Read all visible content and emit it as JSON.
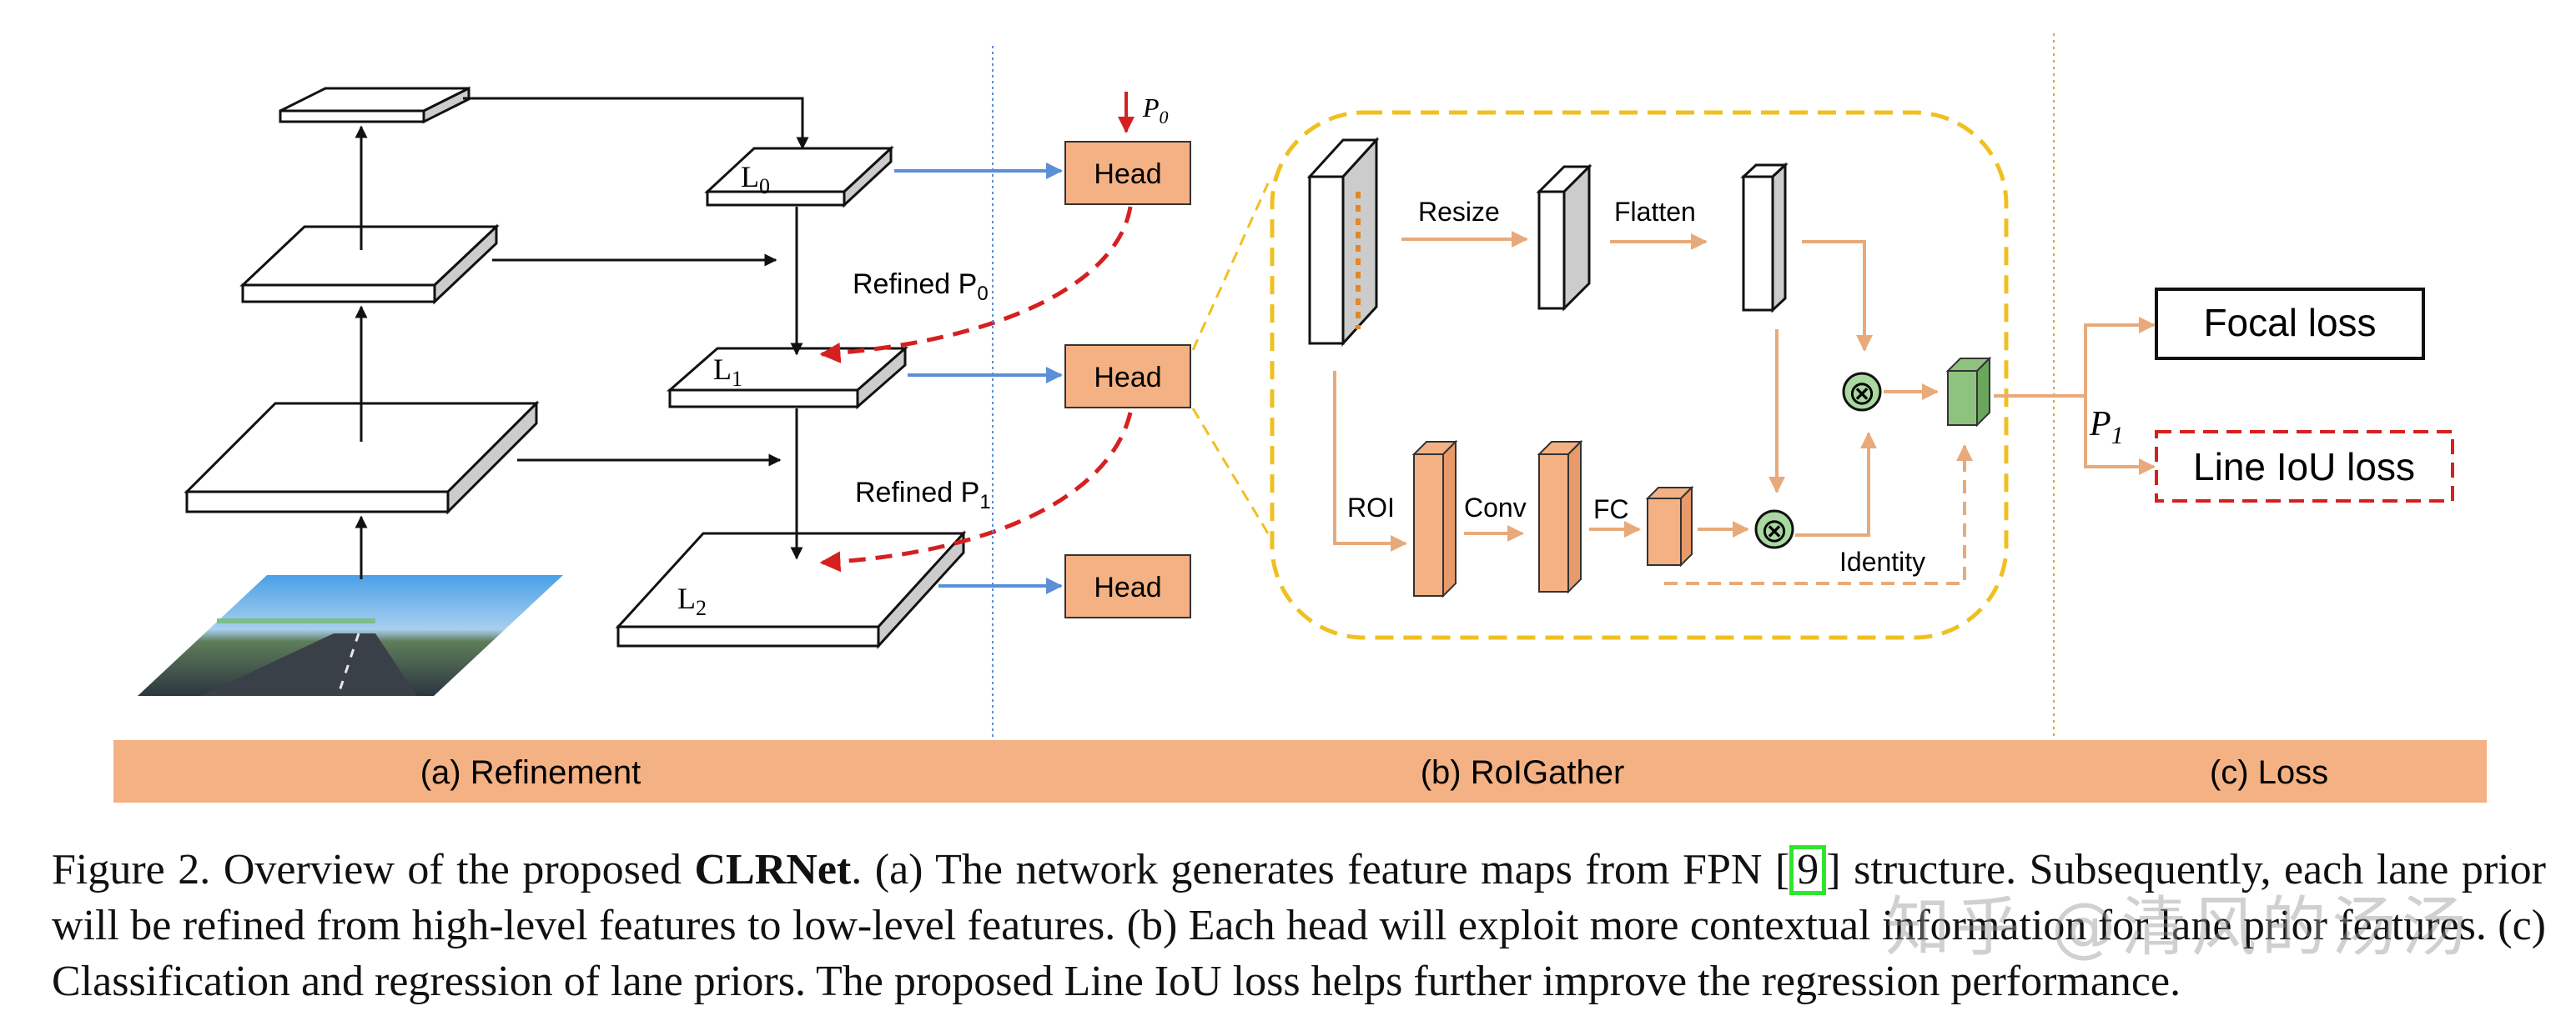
{
  "sections": {
    "refinement": "(a) Refinement",
    "roigather": "(b) RoIGather",
    "loss": "(c) Loss"
  },
  "refinement": {
    "levels": {
      "l0": {
        "main": "L",
        "sub": "0"
      },
      "l1": {
        "main": "L",
        "sub": "1"
      },
      "l2": {
        "main": "L",
        "sub": "2"
      }
    },
    "refined_p0": {
      "main": "Refined P",
      "sub": "0"
    },
    "refined_p1": {
      "main": "Refined P",
      "sub": "1"
    },
    "input_p0": {
      "main": "P",
      "sub": "0"
    }
  },
  "heads": [
    "Head",
    "Head",
    "Head"
  ],
  "roigather": {
    "resize": "Resize",
    "flatten": "Flatten",
    "roi": "ROI",
    "conv": "Conv",
    "fc": "FC",
    "identity": "Identity",
    "multiply_symbol": "⊗"
  },
  "loss": {
    "p1": {
      "main": "P",
      "sub": "1"
    },
    "focal": "Focal loss",
    "line_iou": "Line IoU loss"
  },
  "caption": {
    "prefix": "Figure 2. Overview of the proposed ",
    "bold": "CLRNet",
    "part1": ". (a) The network generates feature maps from FPN [",
    "cite": "9",
    "part2": "] structure. Subsequently, each lane prior will be refined from high-level features to low-level features. (b) Each head will exploit more contextual information for lane prior features. (c) Classification and regression of lane priors. The proposed Line IoU loss helps further improve the regression performance."
  },
  "watermark": "知乎 @清风的汤汤",
  "colors": {
    "section_bar": "#f4b183",
    "head_fill": "#f4b183",
    "arrow_blue": "#5b8fd6",
    "arrow_red": "#d62020",
    "arrow_orange": "#e8aa7a",
    "roi_border": "#f0c020",
    "divider_blue": "#5b8fd6",
    "divider_orange": "#e0a040",
    "fused_green": "#8dc37f",
    "line_iou_border": "#d62020"
  }
}
